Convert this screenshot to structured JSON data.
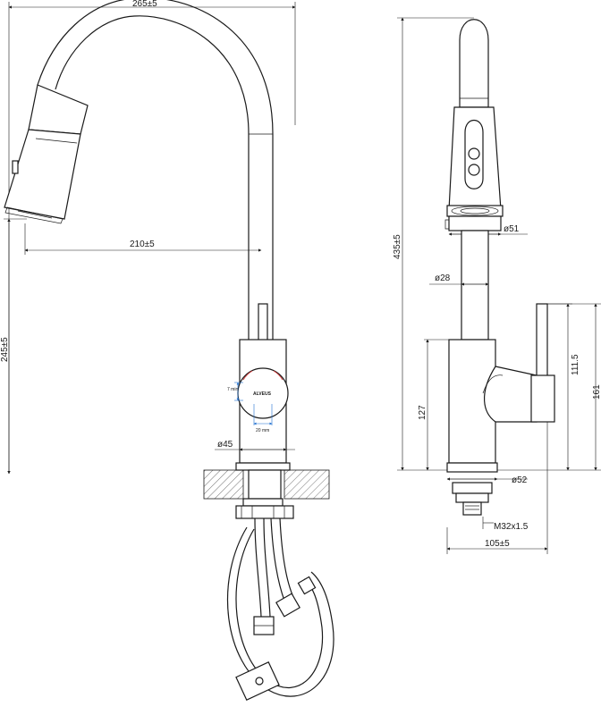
{
  "dimensions": {
    "total_width": "265±5",
    "spout_reach": "210±5",
    "spout_height": "245±5",
    "total_height": "435±5",
    "spray_head_diameter": "ø51",
    "spout_diameter": "ø28",
    "body_diameter": "ø45",
    "base_diameter": "ø52",
    "body_height": "127",
    "handle_height": "111.5",
    "overall_body_height": "161",
    "thread": "M32x1.5",
    "side_depth": "105±5",
    "min_gap": "7 min",
    "handle_span": "20 mm"
  },
  "brand": "ALVEUS",
  "colors": {
    "line": "#1a1a1a",
    "dimension_blue": "#1e6fd0",
    "hot_red": "#d23a3a"
  }
}
